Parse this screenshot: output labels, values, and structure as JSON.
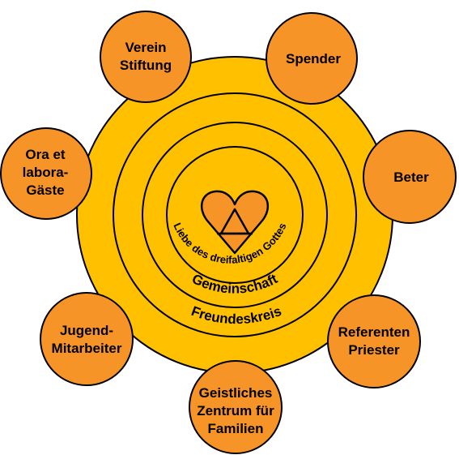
{
  "center": {
    "arc_text": "Liebe des dreifaltigen Gottes",
    "ring1_label": "Gemeinschaft",
    "ring2_label": "Freundeskreis"
  },
  "nodes": {
    "verein": [
      "Verein",
      "Stiftung"
    ],
    "spender": [
      "Spender"
    ],
    "ora": [
      "Ora et",
      "labora-",
      "Gäste"
    ],
    "beter": [
      "Beter"
    ],
    "jugend": [
      "Jugend-",
      "Mitarbeiter"
    ],
    "referenten": [
      "Referenten",
      "Priester"
    ],
    "zentrum": [
      "Geistliches",
      "Zentrum für",
      "Familien"
    ]
  },
  "colors": {
    "ring_fill": "#ffc000",
    "node_fill": "#f79427",
    "outline": "#000000",
    "heart_fill": "#f79427"
  }
}
